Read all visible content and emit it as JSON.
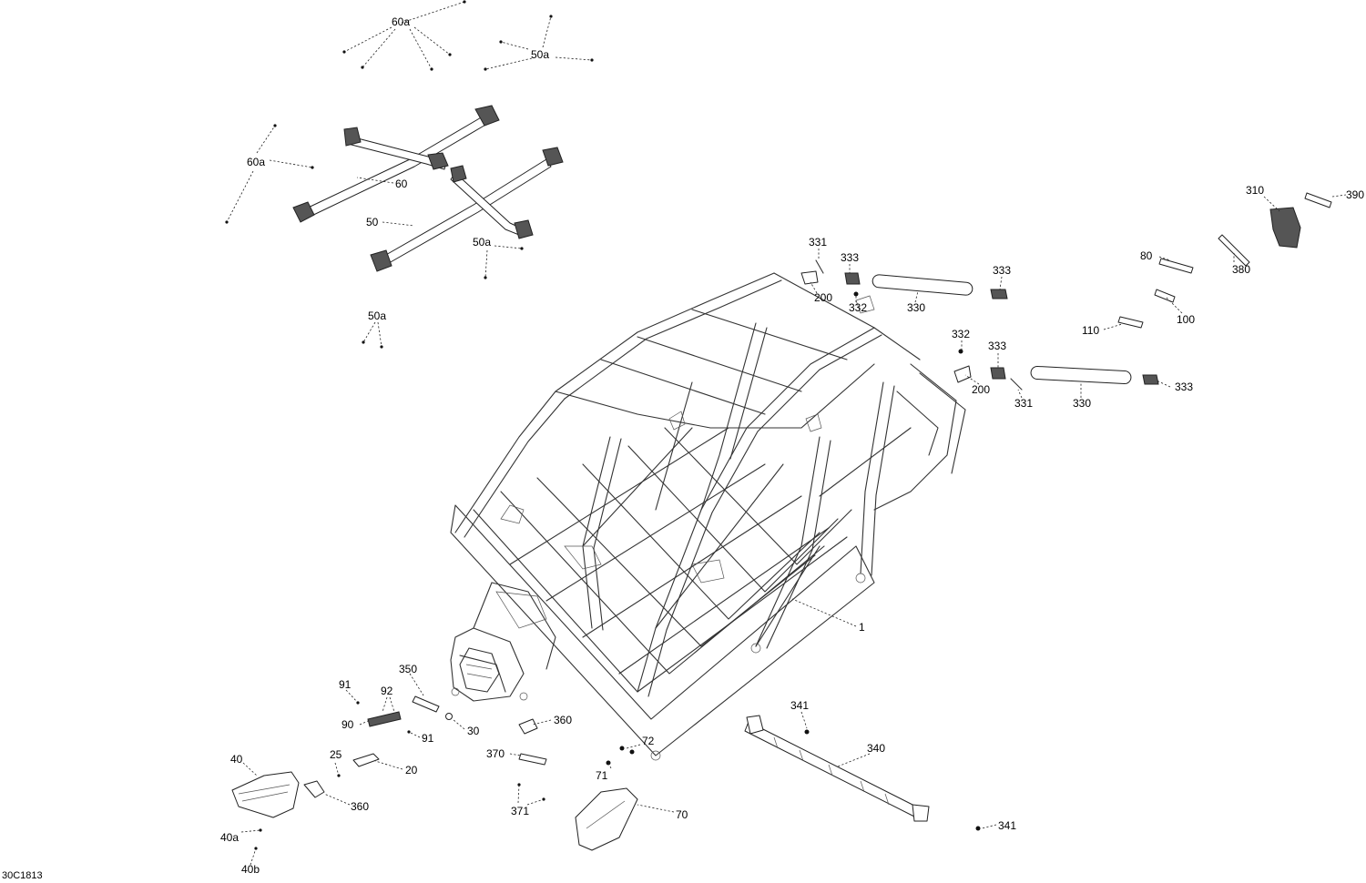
{
  "document_code": "30C1813",
  "callouts": {
    "c60a_top": "60a",
    "c50a_top": "50a",
    "c60a_left": "60a",
    "c60": "60",
    "c50": "50",
    "c50a_mid": "50a",
    "c50a_low": "50a",
    "c331_a": "331",
    "c333_a": "333",
    "c200_a": "200",
    "c332_a": "332",
    "c330_a": "330",
    "c333_b": "333",
    "c332_b": "332",
    "c333_c": "333",
    "c200_b": "200",
    "c331_b": "331",
    "c330_b": "330",
    "c333_d": "333",
    "c310": "310",
    "c390": "390",
    "c80": "80",
    "c380": "380",
    "c110": "110",
    "c100": "100",
    "c1": "1",
    "c91_a": "91",
    "c92": "92",
    "c350": "350",
    "c90": "90",
    "c91_b": "91",
    "c30": "30",
    "c360_a": "360",
    "c341_a": "341",
    "c340": "340",
    "c72": "72",
    "c71": "71",
    "c370": "370",
    "c25": "25",
    "c20": "20",
    "c40": "40",
    "c360_b": "360",
    "c371": "371",
    "c70": "70",
    "c40a": "40a",
    "c40b": "40b",
    "c341_b": "341"
  }
}
